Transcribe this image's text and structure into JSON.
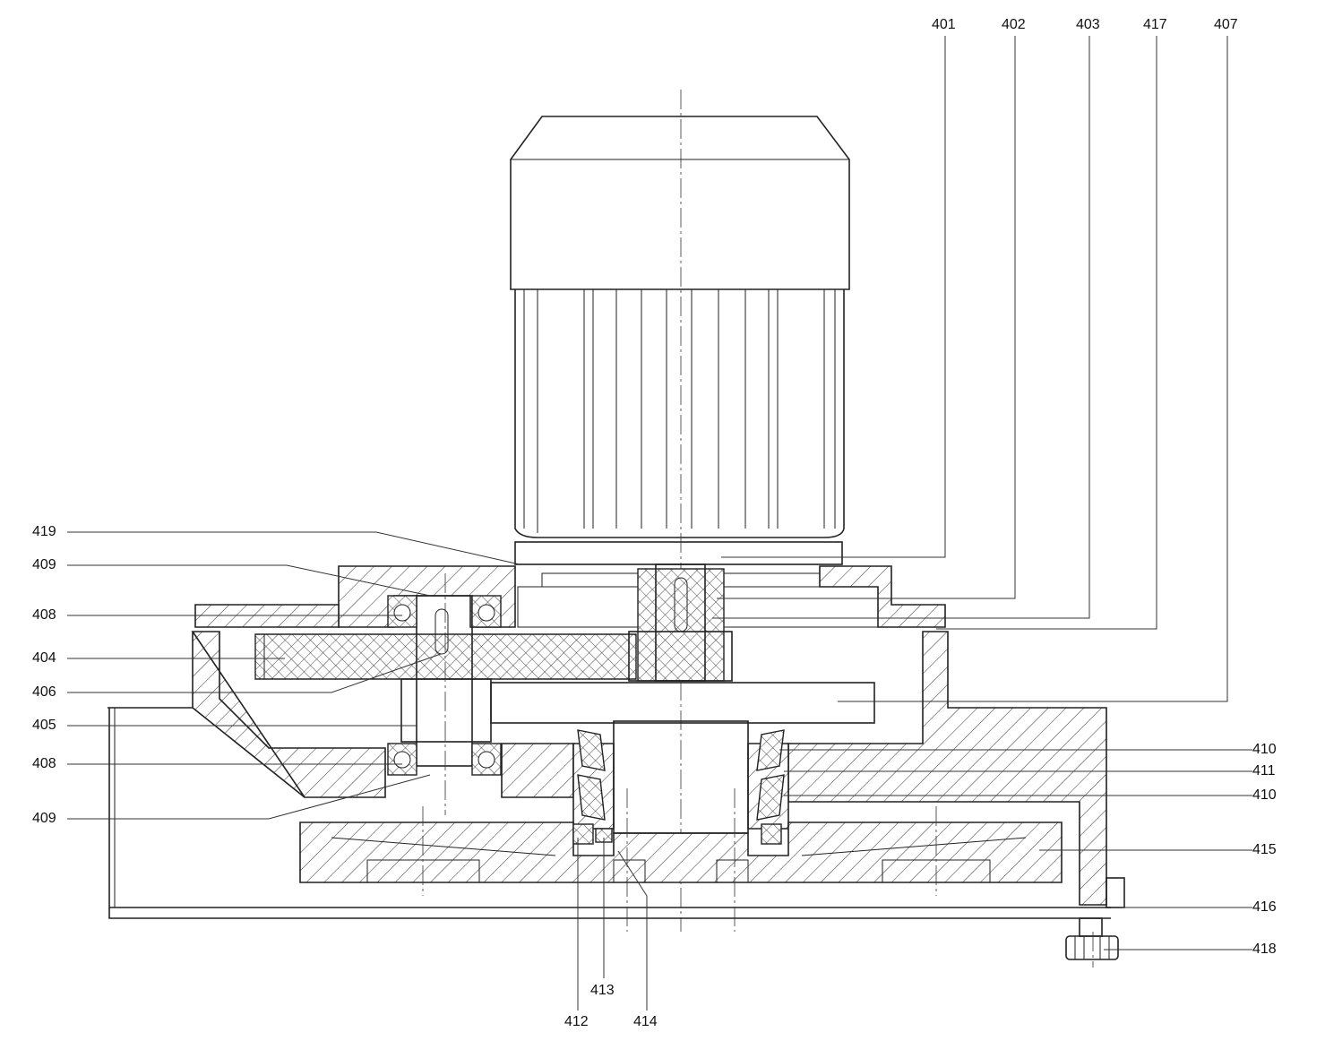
{
  "title": "Gear drive assembly cross-section",
  "labels_top": [
    "401",
    "402",
    "403",
    "417",
    "407"
  ],
  "labels_left": [
    "419",
    "409",
    "408",
    "404",
    "406",
    "405",
    "408",
    "409"
  ],
  "labels_right": [
    "410",
    "411",
    "410",
    "415",
    "416",
    "418"
  ],
  "labels_bottom": [
    "413",
    "412",
    "414"
  ]
}
